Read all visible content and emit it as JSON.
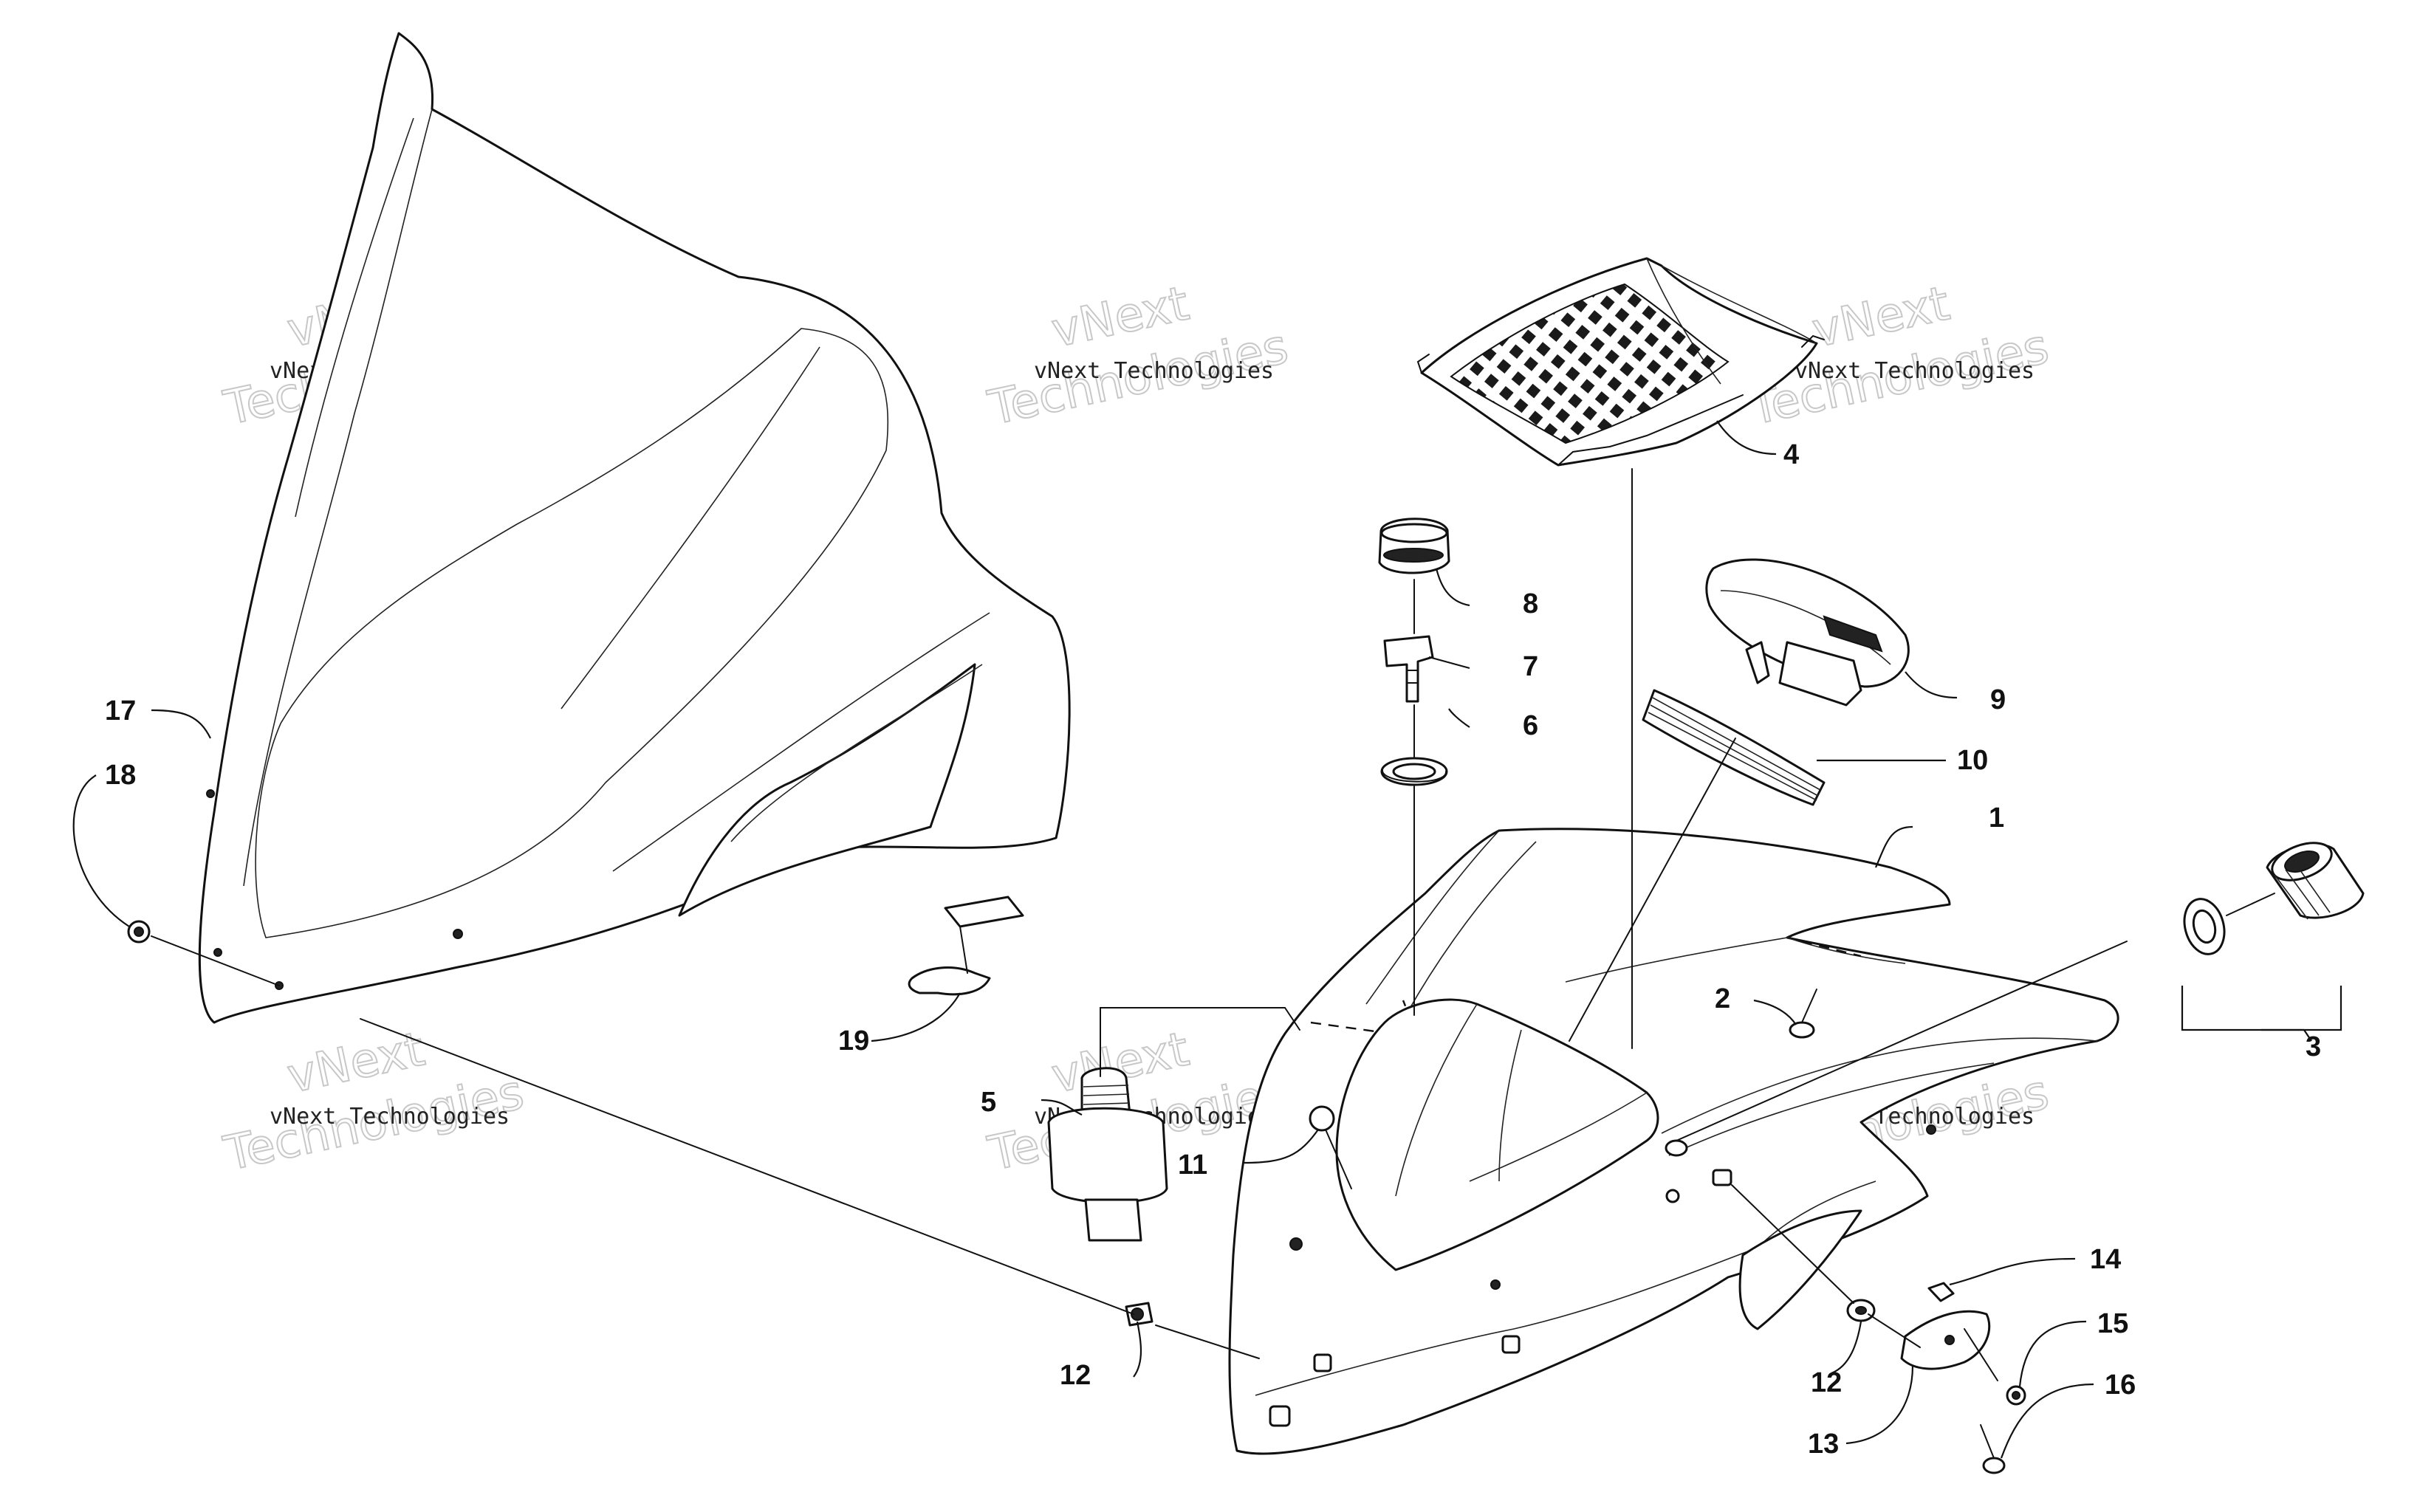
{
  "watermark": {
    "line1": "vNext",
    "line2": "vNext Technologies",
    "line3": "Technologies"
  },
  "callouts": {
    "c1": "1",
    "c2": "2",
    "c3": "3",
    "c4": "4",
    "c5": "5",
    "c6": "6",
    "c7": "7",
    "c8": "8",
    "c9": "9",
    "c10": "10",
    "c11": "11",
    "c12a": "12",
    "c12b": "12",
    "c13": "13",
    "c14": "14",
    "c15": "15",
    "c16": "16",
    "c17": "17",
    "c18": "18",
    "c19": "19"
  }
}
